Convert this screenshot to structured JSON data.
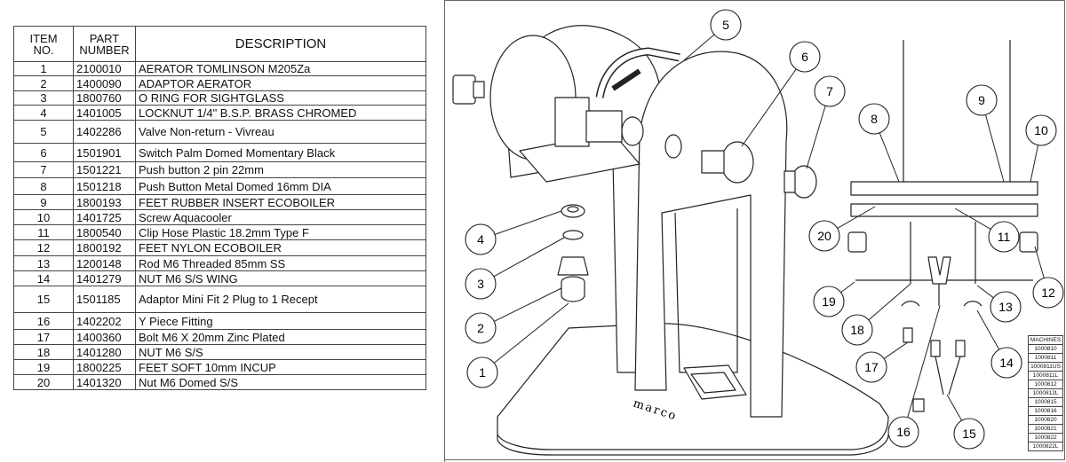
{
  "bom": {
    "headers": {
      "item_line1": "ITEM",
      "item_line2": "NO.",
      "part_line1": "PART",
      "part_line2": "NUMBER",
      "description": "DESCRIPTION"
    },
    "rows": [
      {
        "item": "1",
        "part": "2100010",
        "description": "AERATOR TOMLINSON M205Za"
      },
      {
        "item": "2",
        "part": "1400090",
        "description": "ADAPTOR AERATOR"
      },
      {
        "item": "3",
        "part": "1800760",
        "description": "O RING FOR SIGHTGLASS"
      },
      {
        "item": "4",
        "part": "1401005",
        "description": "LOCKNUT 1/4\" B.S.P. BRASS CHROMED"
      },
      {
        "item": "5",
        "part": "1402286",
        "description": "Valve Non-return - Vivreau"
      },
      {
        "item": "6",
        "part": "1501901",
        "description": "Switch Palm Domed Momentary Black"
      },
      {
        "item": "7",
        "part": "1501221",
        "description": "Push button 2 pin 22mm"
      },
      {
        "item": "8",
        "part": "1501218",
        "description": "Push Button Metal Domed 16mm DIA"
      },
      {
        "item": "9",
        "part": "1800193",
        "description": "FEET RUBBER INSERT ECOBOILER"
      },
      {
        "item": "10",
        "part": "1401725",
        "description": "Screw Aquacooler"
      },
      {
        "item": "11",
        "part": "1800540",
        "description": "Clip Hose Plastic 18.2mm Type F"
      },
      {
        "item": "12",
        "part": "1800192",
        "description": "FEET NYLON ECOBOILER"
      },
      {
        "item": "13",
        "part": "1200148",
        "description": "Rod M6 Threaded 85mm SS"
      },
      {
        "item": "14",
        "part": "1401279",
        "description": "NUT M6 S/S WING"
      },
      {
        "item": "15",
        "part": "1501185",
        "description": "Adaptor Mini Fit 2 Plug to 1 Recept"
      },
      {
        "item": "16",
        "part": "1402202",
        "description": "Y Piece Fitting"
      },
      {
        "item": "17",
        "part": "1400360",
        "description": "Bolt M6 X 20mm Zinc Plated"
      },
      {
        "item": "18",
        "part": "1401280",
        "description": "NUT M6 S/S"
      },
      {
        "item": "19",
        "part": "1800225",
        "description": "FEET SOFT 10mm INCUP"
      },
      {
        "item": "20",
        "part": "1401320",
        "description": "Nut M6 Domed S/S"
      }
    ]
  },
  "balloons": [
    "1",
    "2",
    "3",
    "4",
    "5",
    "6",
    "7",
    "8",
    "9",
    "10",
    "11",
    "12",
    "13",
    "14",
    "15",
    "16",
    "17",
    "18",
    "19",
    "20"
  ],
  "brand_text": "marco",
  "machines": {
    "header": "MACHINES",
    "items": [
      "1000810",
      "1000811",
      "1000811US",
      "1000811L",
      "1000812",
      "1000812L",
      "1000815",
      "1000816",
      "1000820",
      "1000821",
      "1000822",
      "1000822L"
    ]
  }
}
